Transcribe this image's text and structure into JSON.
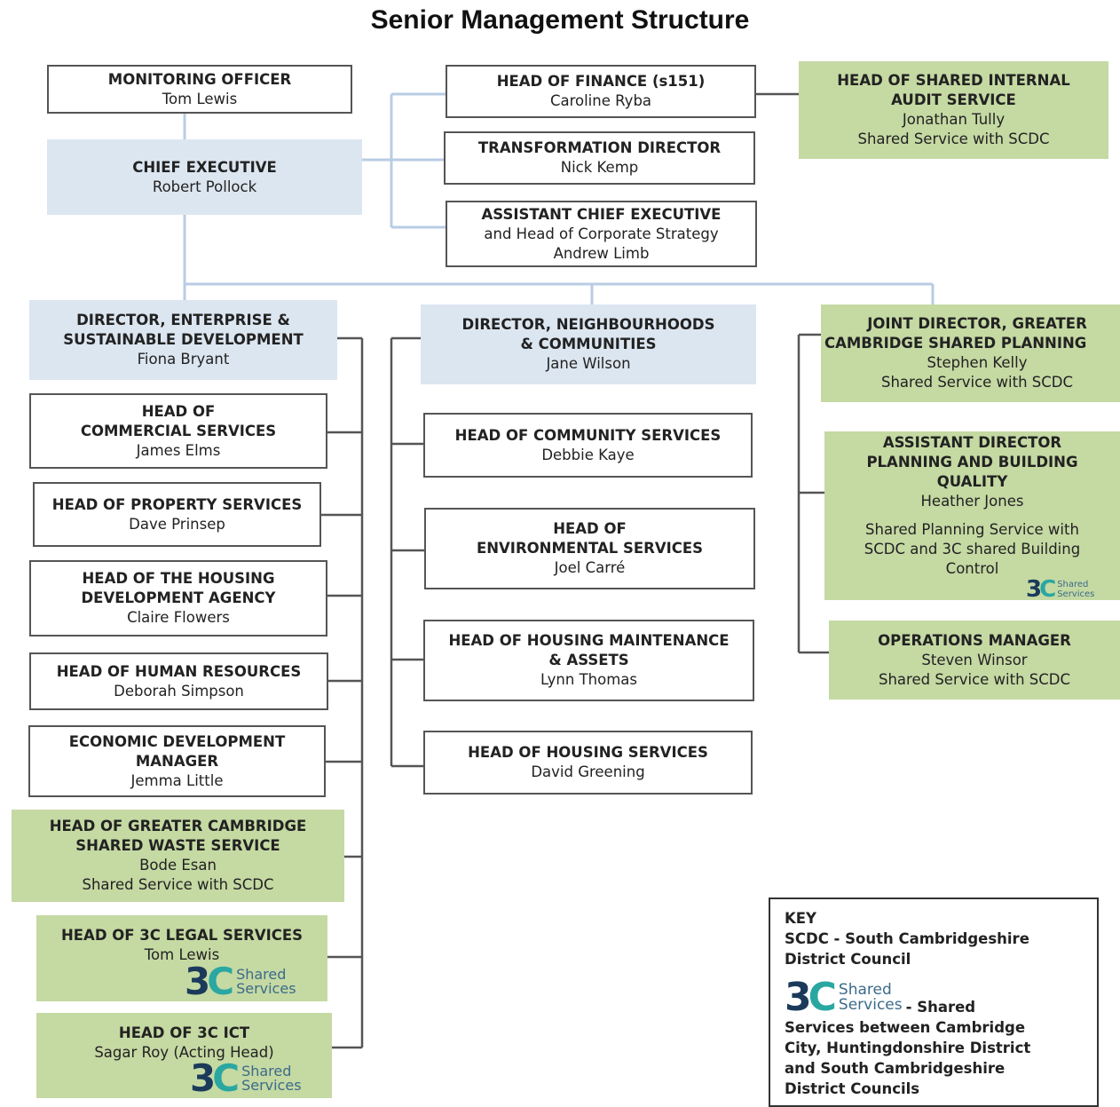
{
  "title": "Senior Management Structure",
  "monitoring": {
    "role": "MONITORING OFFICER",
    "name": "Tom Lewis"
  },
  "ceo": {
    "role": "CHIEF EXECUTIVE",
    "name": "Robert Pollock"
  },
  "finance": {
    "role": "HEAD OF FINANCE (s151)",
    "name": "Caroline Ryba"
  },
  "audit": {
    "role1": "HEAD OF SHARED INTERNAL",
    "role2": "AUDIT SERVICE",
    "name": "Jonathan Tully",
    "note": "Shared Service with SCDC"
  },
  "transformation": {
    "role": "TRANSFORMATION DIRECTOR",
    "name": "Nick Kemp"
  },
  "ace": {
    "role": "ASSISTANT CHIEF EXECUTIVE",
    "role2": "and Head of Corporate Strategy",
    "name": "Andrew Limb"
  },
  "dir_enterprise": {
    "role1": "DIRECTOR, ENTERPRISE &",
    "role2": "SUSTAINABLE DEVELOPMENT",
    "name": "Fiona Bryant"
  },
  "dir_neighbourhoods": {
    "role1": "DIRECTOR, NEIGHBOURHOODS",
    "role2": "& COMMUNITIES",
    "name": "Jane Wilson"
  },
  "joint_director": {
    "role1": "JOINT DIRECTOR, GREATER",
    "role2": "CAMBRIDGE SHARED PLANNING",
    "name": "Stephen Kelly",
    "note": "Shared Service with SCDC"
  },
  "commercial": {
    "role1": "HEAD OF",
    "role2": "COMMERCIAL SERVICES",
    "name": "James Elms"
  },
  "property": {
    "role": "HEAD OF PROPERTY SERVICES",
    "name": "Dave Prinsep"
  },
  "housing_dev": {
    "role1": "HEAD OF THE HOUSING",
    "role2": "DEVELOPMENT AGENCY",
    "name": "Claire Flowers"
  },
  "hr": {
    "role": "HEAD OF HUMAN RESOURCES",
    "name": "Deborah Simpson"
  },
  "econ": {
    "role1": "ECONOMIC DEVELOPMENT",
    "role2": "MANAGER",
    "name": "Jemma Little"
  },
  "waste": {
    "role1": "HEAD OF GREATER CAMBRIDGE",
    "role2": "SHARED WASTE SERVICE",
    "name": "Bode Esan",
    "note": "Shared Service with SCDC"
  },
  "legal": {
    "role": "HEAD OF 3C LEGAL SERVICES",
    "name": "Tom Lewis"
  },
  "ict": {
    "role": "HEAD OF 3C ICT",
    "name": "Sagar Roy (Acting Head)"
  },
  "community": {
    "role": "HEAD OF COMMUNITY SERVICES",
    "name": "Debbie Kaye"
  },
  "environmental": {
    "role1": "HEAD OF",
    "role2": "ENVIRONMENTAL SERVICES",
    "name": "Joel Carré"
  },
  "maintenance": {
    "role1": "HEAD OF HOUSING MAINTENANCE",
    "role2": "& ASSETS",
    "name": "Lynn Thomas"
  },
  "housing_services": {
    "role": "HEAD OF HOUSING SERVICES",
    "name": "David Greening"
  },
  "planning_bq": {
    "role1": "ASSISTANT DIRECTOR",
    "role2": "PLANNING AND BUILDING",
    "role3": "QUALITY",
    "name": "Heather Jones",
    "note1": "Shared Planning Service with",
    "note2": "SCDC and 3C shared Building",
    "note3": "Control"
  },
  "operations": {
    "role": "OPERATIONS MANAGER",
    "name": "Steven Winsor",
    "note": "Shared Service with SCDC"
  },
  "logo": {
    "mark": "3C",
    "line1": "Shared",
    "line2": "Services"
  },
  "key": {
    "heading": "KEY",
    "line1": "SCDC - South Cambridgeshire",
    "line2": "District Council",
    "after_logo": "- Shared",
    "line3": "Services between Cambridge",
    "line4": "City, Huntingdonshire District",
    "line5": "and South Cambridgeshire",
    "line6": "District Councils"
  },
  "colors": {
    "director_fill": "#dce6f1",
    "shared_fill": "#c5d9a3",
    "connector_blue": "#b8cce4",
    "connector_grey": "#555555"
  }
}
